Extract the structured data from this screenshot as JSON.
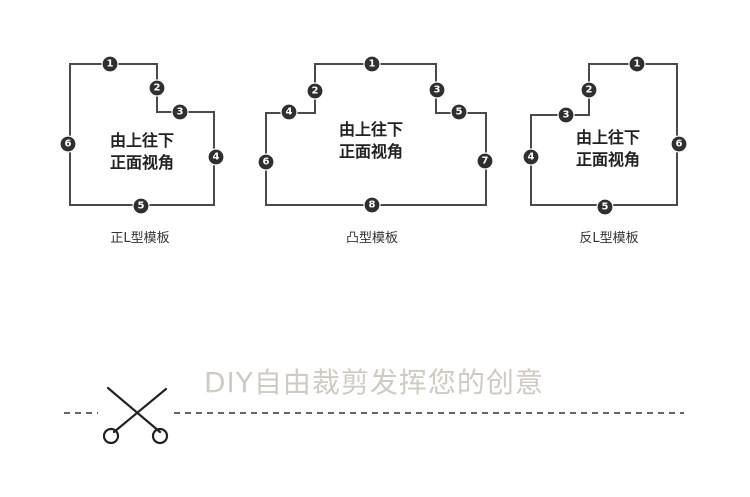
{
  "templates": [
    {
      "caption": "正L型模板",
      "center_line1": "由上往下",
      "center_line2": "正面视角",
      "markers": [
        "1",
        "2",
        "3",
        "4",
        "5",
        "6"
      ]
    },
    {
      "caption": "凸型模板",
      "center_line1": "由上往下",
      "center_line2": "正面视角",
      "markers": [
        "1",
        "2",
        "3",
        "4",
        "5",
        "6",
        "7",
        "8"
      ]
    },
    {
      "caption": "反L型模板",
      "center_line1": "由上往下",
      "center_line2": "正面视角",
      "markers": [
        "1",
        "2",
        "3",
        "4",
        "5",
        "6"
      ]
    }
  ],
  "slogan": "DIY自由裁剪发挥您的创意",
  "icons": {
    "scissors": "scissors-icon"
  },
  "colors": {
    "outline": "#4a4a4a",
    "marker": "#2f2f2f",
    "slogan": "#cfcac2"
  }
}
